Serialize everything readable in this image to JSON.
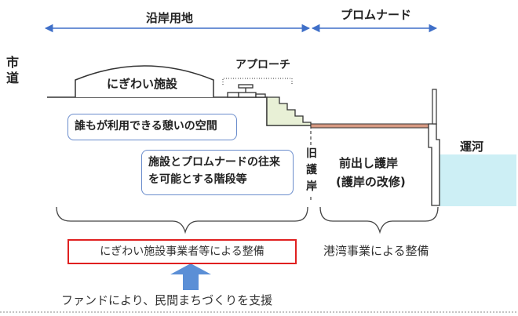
{
  "diagram": {
    "zone_coastal": "沿岸用地",
    "zone_promenade": "プロムナード",
    "city_road": "市道",
    "facility": "にぎわい施設",
    "approach": "アプローチ",
    "callout_space": "誰もが利用できる憩いの空間",
    "callout_stairs_line1": "施設とプロムナードの往来",
    "callout_stairs_line2": "を可能とする階段等",
    "old_revetment": "旧護岸",
    "new_revetment_line1": "前出し護岸",
    "new_revetment_line2": "(護岸の改修)",
    "canal": "運河",
    "private_work": "にぎわい施設事業者等による整備",
    "port_work": "港湾事業による整備",
    "fund_support": "ファンドにより、民間まちづくりを支援"
  },
  "colors": {
    "arrow_blue": "#3f6fc8",
    "water": "#cdeff5",
    "stairs_fill": "#e8f0d6",
    "promenade_deck": "#d79a83",
    "callout_border": "#6a8ccc",
    "red_box": "#e02020",
    "support_arrow": "#5b8fd6"
  }
}
